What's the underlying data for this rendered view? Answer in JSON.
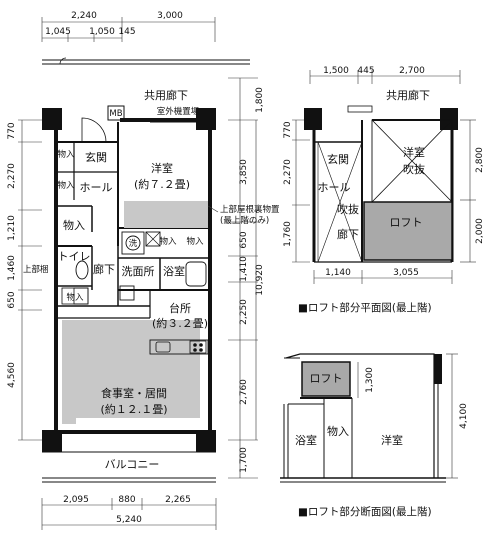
{
  "main_plan": {
    "top_dims": [
      "2,240",
      "3,000",
      "1,045",
      "1,050",
      "145"
    ],
    "left_dims": [
      "770",
      "2,270",
      "1,210",
      "1,460",
      "650",
      "4,560"
    ],
    "right_dims": [
      "1,800",
      "3,850",
      "650",
      "1,410",
      "10,920",
      "2,250",
      "2,760",
      "1,700"
    ],
    "bottom_dims": [
      "2,095",
      "880",
      "2,265",
      "5,240"
    ],
    "corridor": "共用廊下",
    "mb": "MB",
    "outdoor_unit": "室外機置場",
    "roof_storage_line1": "上部屋根裏物置",
    "roof_storage_line2": "(最上階のみ)",
    "loft_above": "上部梱",
    "rooms": {
      "genkan": "玄関",
      "storage": "物入",
      "hall": "ホール",
      "western": "洋室",
      "western_size": "(約７.２畳)",
      "toilet": "トイレ",
      "hallway": "廊下",
      "washroom": "洗面所",
      "bath": "浴室",
      "wash_mark": "洗",
      "kitchen": "台所",
      "kitchen_size": "(約３.２畳)",
      "living": "食事室・居間",
      "living_size": "(約１２.１畳)",
      "balcony": "バルコニー"
    }
  },
  "loft_plan": {
    "top_dims": [
      "1,500",
      "445",
      "2,700"
    ],
    "left_dims": [
      "770",
      "2,270",
      "1,760"
    ],
    "right_dims": [
      "2,800",
      "2,000"
    ],
    "bottom_dims": [
      "1,140",
      "3,055"
    ],
    "corridor": "共用廊下",
    "rooms": {
      "genkan": "玄関",
      "hall": "ホール",
      "void": "吹抜",
      "void2": "吹抜",
      "hallway": "廊下",
      "western": "洋室",
      "loft": "ロフト"
    },
    "caption": "■ロフト部分平面図(最上階)"
  },
  "section": {
    "loft": "ロフト",
    "dim_loft": "1,300",
    "dim_total": "4,100",
    "bath": "浴室",
    "storage": "物入",
    "western": "洋室",
    "caption": "■ロフト部分断面図(最上階)"
  }
}
